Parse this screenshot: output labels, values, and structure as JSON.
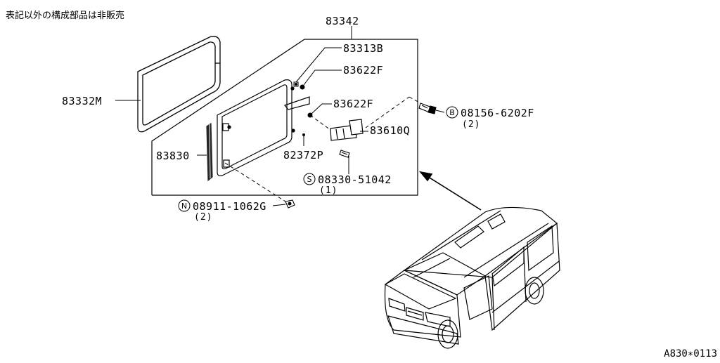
{
  "note": "表記以外の構成部品は非販売",
  "diagram_code": "A830∗0113",
  "parts": {
    "p83342": "83342",
    "p83313b": "83313B",
    "p83622f_top": "83622F",
    "p83622f_mid": "83622F",
    "p83332m": "83332M",
    "p83830": "83830",
    "p82372p": "82372P",
    "p83610q": "83610Q"
  },
  "bolts": {
    "b_symbol": "B",
    "b_part": "08156-6202F",
    "b_qty": "(2)",
    "s_symbol": "S",
    "s_part": "08330-51042",
    "s_qty": "(1)",
    "n_symbol": "N",
    "n_part": "08911-1062G",
    "n_qty": "(2)"
  }
}
